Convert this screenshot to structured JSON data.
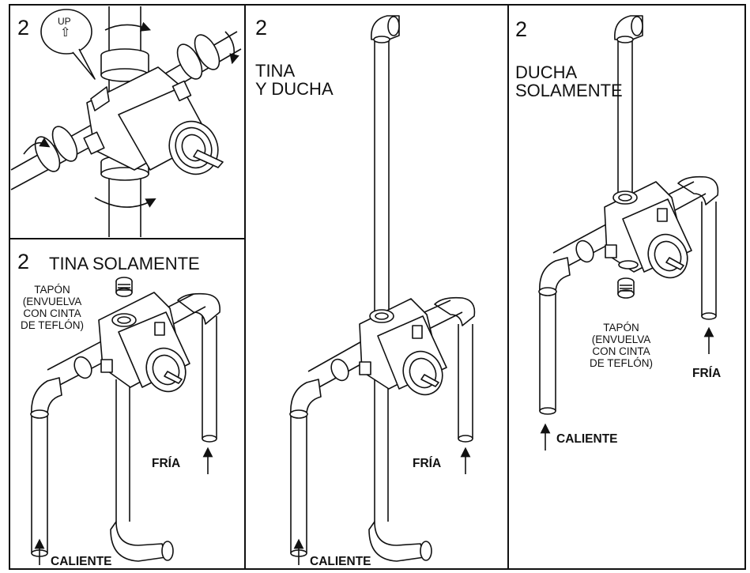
{
  "panel_a": {
    "step": "2",
    "up_label": "UP",
    "up_arrow": "⇧"
  },
  "panel_b": {
    "step": "2",
    "title": "TINA SOLAMENTE",
    "plug_note": [
      "TAPÓN",
      "(ENVUELVA",
      "CON CINTA",
      "DE TEFLÓN)"
    ],
    "cold_label": "FRÍA",
    "hot_label": "CALIENTE"
  },
  "panel_c": {
    "step": "2",
    "title": [
      "TINA",
      "Y DUCHA"
    ],
    "cold_label": "FRÍA",
    "hot_label": "CALIENTE"
  },
  "panel_d": {
    "step": "2",
    "title": [
      "DUCHA",
      "SOLAMENTE"
    ],
    "plug_note": [
      "TAPÓN",
      "(ENVUELVA",
      "CON CINTA",
      "DE TEFLÓN)"
    ],
    "cold_label": "FRÍA",
    "hot_label": "CALIENTE"
  },
  "colors": {
    "line": "#111111",
    "fill": "#ffffff",
    "shade": "#e6e6e6"
  },
  "icons": [
    "valve-body-icon",
    "pipe-icon",
    "elbow-icon",
    "plug-icon",
    "flow-arrow-icon",
    "rotation-arrow-icon"
  ]
}
